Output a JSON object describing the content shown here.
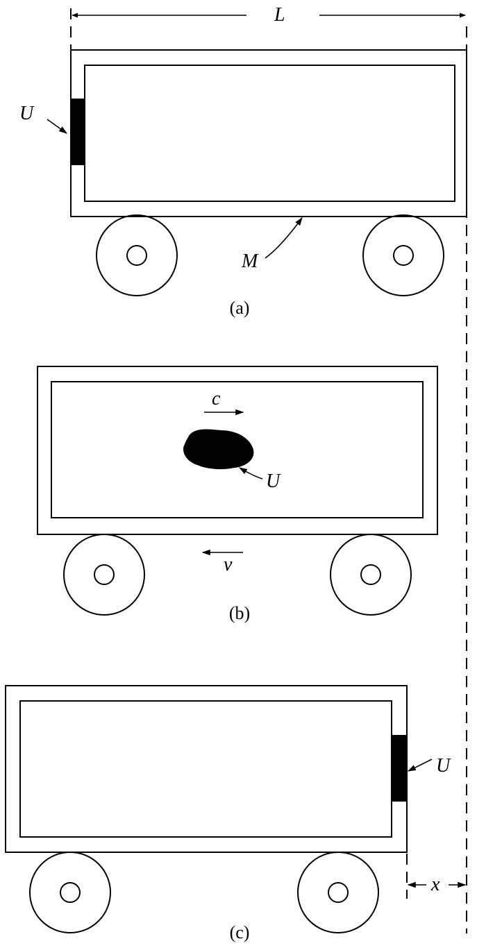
{
  "labels": {
    "length": "L",
    "mass": "M",
    "energy_a": "U",
    "energy_b": "U",
    "energy_c": "U",
    "light_speed": "c",
    "box_velocity": "v",
    "displacement": "x"
  },
  "captions": {
    "a": "(a)",
    "b": "(b)",
    "c": "(c)"
  },
  "colors": {
    "ink": "#000000",
    "background": "#ffffff"
  }
}
